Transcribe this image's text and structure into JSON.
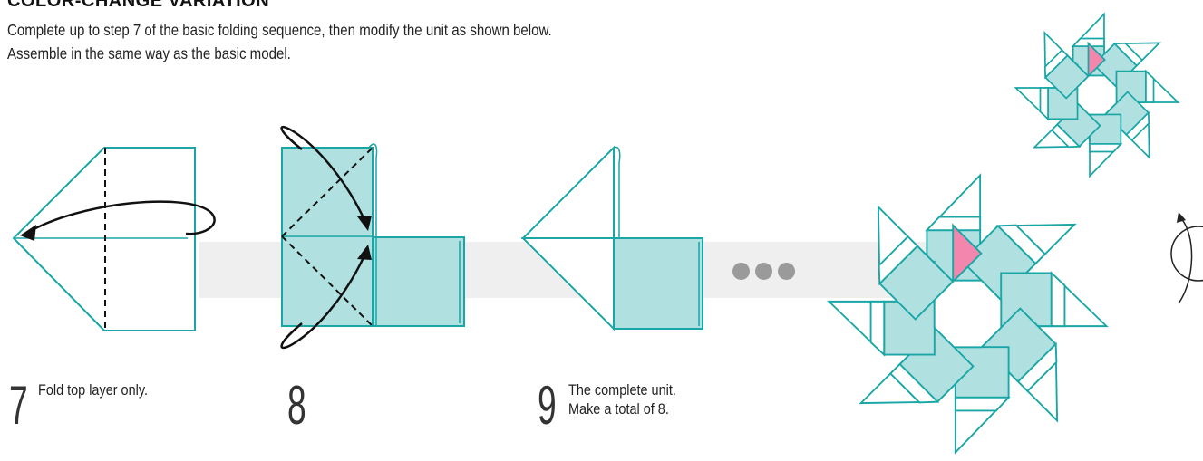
{
  "header": {
    "title": "COLOR-CHANGE VARIATION",
    "line1": "Complete up to step 7 of the basic folding sequence, then modify the unit as shown below.",
    "line2": "Assemble in the same way as the basic model."
  },
  "steps": [
    {
      "number": "7",
      "caption_line1": "Fold top layer only.",
      "caption_line2": ""
    },
    {
      "number": "8",
      "caption_line1": "",
      "caption_line2": ""
    },
    {
      "number": "9",
      "caption_line1": "The complete unit.",
      "caption_line2": "Make a total of 8."
    }
  ],
  "colors": {
    "teal": "#1aa6a6",
    "fill": "#b0e0e0",
    "pink": "#f286ad",
    "band": "#efeff0",
    "dots": "#9a9a9b"
  },
  "icons": [
    "mountain-fold-line",
    "valley-fold-line",
    "fold-arrow",
    "turn-over-icon",
    "continuation-dots"
  ]
}
